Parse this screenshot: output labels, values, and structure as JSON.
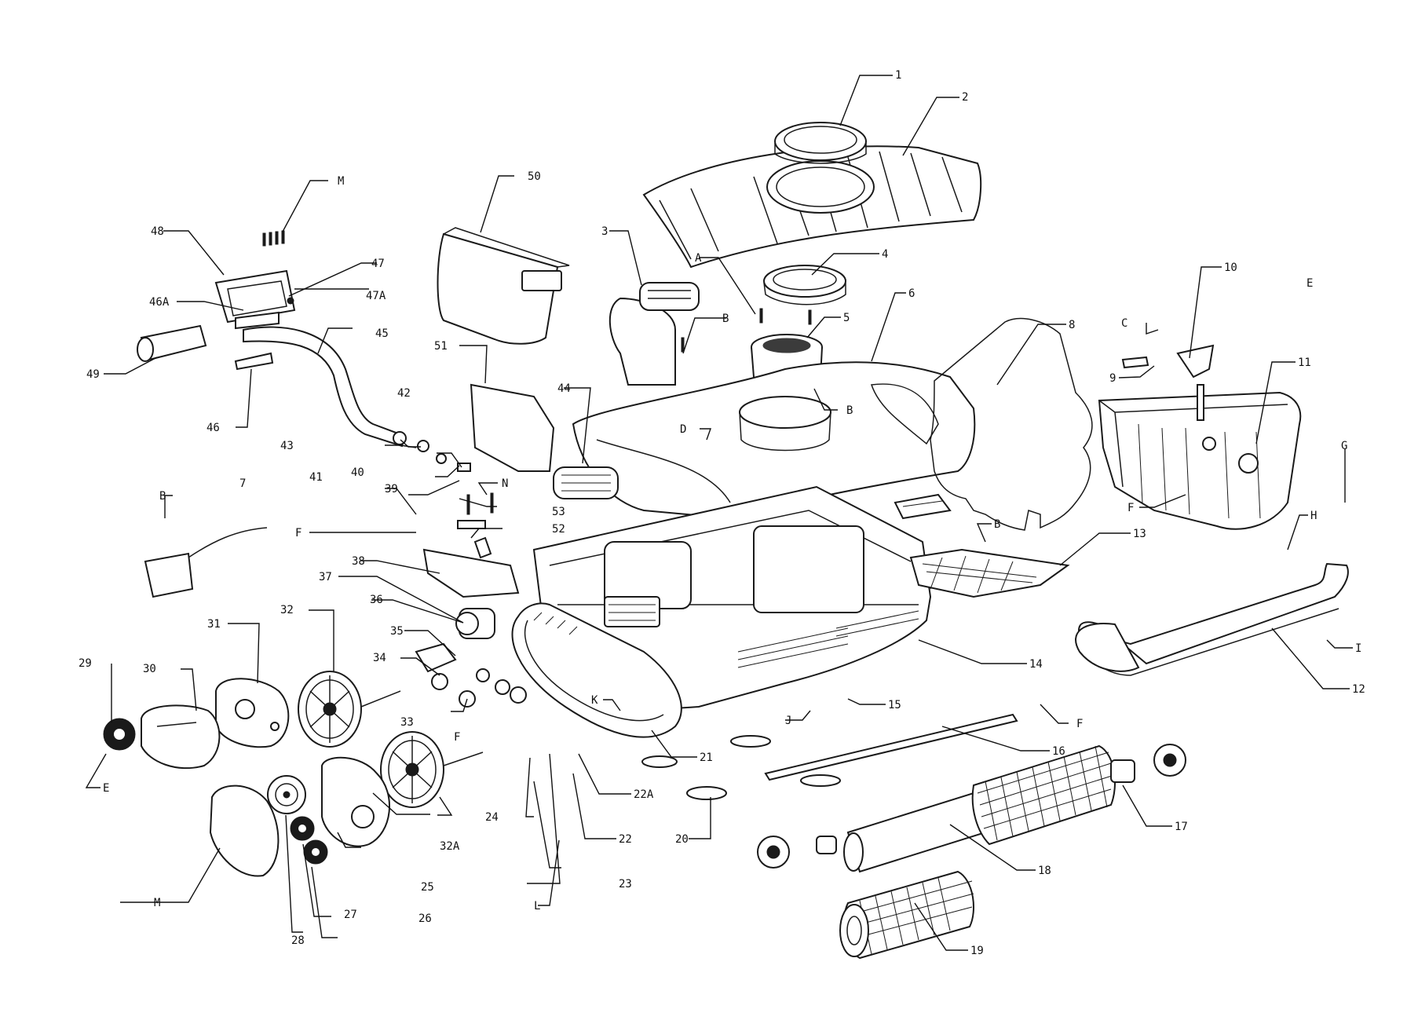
{
  "diagram": {
    "callouts": [
      {
        "id": "c-1",
        "text": "1"
      },
      {
        "id": "c-2",
        "text": "2"
      },
      {
        "id": "c-3",
        "text": "3"
      },
      {
        "id": "c-4",
        "text": "4"
      },
      {
        "id": "c-5",
        "text": "5"
      },
      {
        "id": "c-6",
        "text": "6"
      },
      {
        "id": "c-7",
        "text": "7"
      },
      {
        "id": "c-8",
        "text": "8"
      },
      {
        "id": "c-9",
        "text": "9"
      },
      {
        "id": "c-10",
        "text": "10"
      },
      {
        "id": "c-11",
        "text": "11"
      },
      {
        "id": "c-12",
        "text": "12"
      },
      {
        "id": "c-13",
        "text": "13"
      },
      {
        "id": "c-14",
        "text": "14"
      },
      {
        "id": "c-15",
        "text": "15"
      },
      {
        "id": "c-16",
        "text": "16"
      },
      {
        "id": "c-17",
        "text": "17"
      },
      {
        "id": "c-18",
        "text": "18"
      },
      {
        "id": "c-19",
        "text": "19"
      },
      {
        "id": "c-20",
        "text": "20"
      },
      {
        "id": "c-21",
        "text": "21"
      },
      {
        "id": "c-22",
        "text": "22"
      },
      {
        "id": "c-22A",
        "text": "22A"
      },
      {
        "id": "c-23",
        "text": "23"
      },
      {
        "id": "c-24",
        "text": "24"
      },
      {
        "id": "c-25",
        "text": "25"
      },
      {
        "id": "c-26",
        "text": "26"
      },
      {
        "id": "c-27",
        "text": "27"
      },
      {
        "id": "c-28",
        "text": "28"
      },
      {
        "id": "c-29",
        "text": "29"
      },
      {
        "id": "c-30",
        "text": "30"
      },
      {
        "id": "c-31",
        "text": "31"
      },
      {
        "id": "c-32",
        "text": "32"
      },
      {
        "id": "c-32A",
        "text": "32A"
      },
      {
        "id": "c-33",
        "text": "33"
      },
      {
        "id": "c-34",
        "text": "34"
      },
      {
        "id": "c-35",
        "text": "35"
      },
      {
        "id": "c-36",
        "text": "36"
      },
      {
        "id": "c-37",
        "text": "37"
      },
      {
        "id": "c-38",
        "text": "38"
      },
      {
        "id": "c-39",
        "text": "39"
      },
      {
        "id": "c-40",
        "text": "40"
      },
      {
        "id": "c-41",
        "text": "41"
      },
      {
        "id": "c-42",
        "text": "42"
      },
      {
        "id": "c-43",
        "text": "43"
      },
      {
        "id": "c-44",
        "text": "44"
      },
      {
        "id": "c-45",
        "text": "45"
      },
      {
        "id": "c-46",
        "text": "46"
      },
      {
        "id": "c-46A",
        "text": "46A"
      },
      {
        "id": "c-47",
        "text": "47"
      },
      {
        "id": "c-47A",
        "text": "47A"
      },
      {
        "id": "c-48",
        "text": "48"
      },
      {
        "id": "c-49",
        "text": "49"
      },
      {
        "id": "c-50",
        "text": "50"
      },
      {
        "id": "c-51",
        "text": "51"
      },
      {
        "id": "c-52",
        "text": "52"
      },
      {
        "id": "c-53",
        "text": "53"
      },
      {
        "id": "c-A",
        "text": "A"
      },
      {
        "id": "c-B1",
        "text": "B"
      },
      {
        "id": "c-B2",
        "text": "B"
      },
      {
        "id": "c-B3",
        "text": "B"
      },
      {
        "id": "c-B4",
        "text": "B"
      },
      {
        "id": "c-C",
        "text": "C"
      },
      {
        "id": "c-D",
        "text": "D"
      },
      {
        "id": "c-E1",
        "text": "E"
      },
      {
        "id": "c-E2",
        "text": "E"
      },
      {
        "id": "c-F1",
        "text": "F"
      },
      {
        "id": "c-F2",
        "text": "F"
      },
      {
        "id": "c-F3",
        "text": "F"
      },
      {
        "id": "c-F4",
        "text": "F"
      },
      {
        "id": "c-G",
        "text": "G"
      },
      {
        "id": "c-H",
        "text": "H"
      },
      {
        "id": "c-I",
        "text": "I"
      },
      {
        "id": "c-J",
        "text": "J"
      },
      {
        "id": "c-K",
        "text": "K"
      },
      {
        "id": "c-L",
        "text": "L"
      },
      {
        "id": "c-M1",
        "text": "M"
      },
      {
        "id": "c-M2",
        "text": "M"
      },
      {
        "id": "c-N",
        "text": "N"
      }
    ]
  }
}
